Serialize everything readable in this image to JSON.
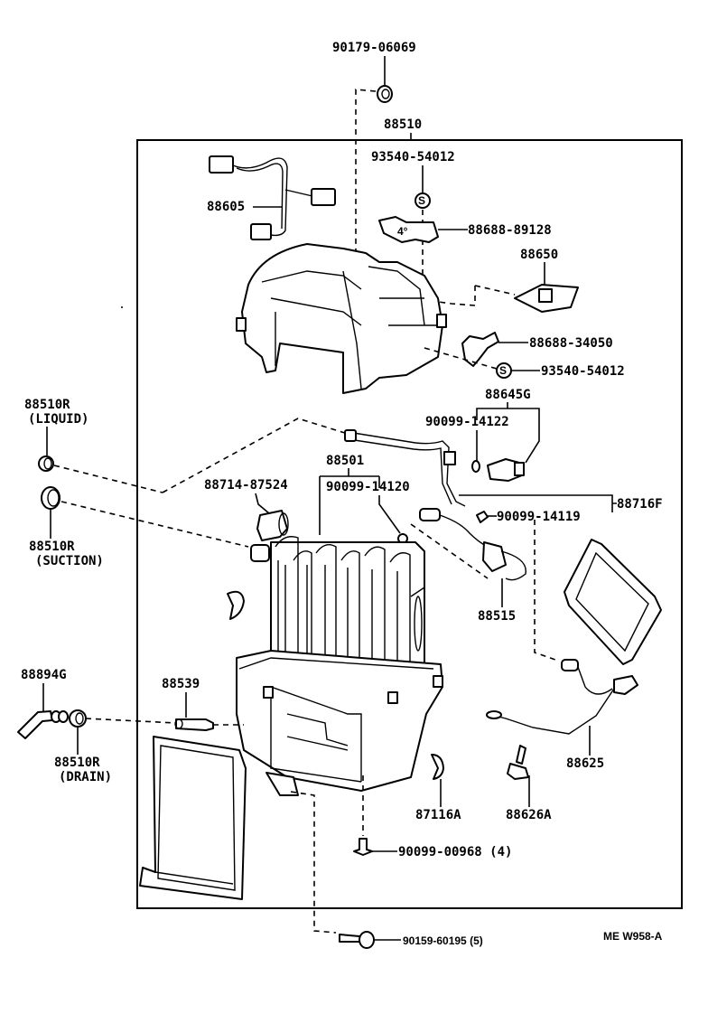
{
  "diagram": {
    "title": "Heater & Air Conditioner Unit (Evaporator) Parts Diagram",
    "reference_code": "ME W958-A",
    "callouts": {
      "c90179": "90179-06069",
      "c88510": "88510",
      "c93540_top": "93540-54012",
      "c88605": "88605",
      "c88688_89128": "88688-89128",
      "c88650": "88650",
      "c88688_34050": "88688-34050",
      "c93540_mid": "93540-54012",
      "c88645G": "88645G",
      "c90099_14122": "90099-14122",
      "c88510R_liquid": "88510R",
      "c88510R_liquid_note": "(LIQUID)",
      "c88501": "88501",
      "c88714": "88714-87524",
      "c90099_14120": "90099-14120",
      "c88716F": "88716F",
      "c90099_14119": "90099-14119",
      "c88510R_suction": "88510R",
      "c88510R_suction_note": "(SUCTION)",
      "c88515": "88515",
      "c88894G": "88894G",
      "c88539": "88539",
      "c88510R_drain": "88510R",
      "c88510R_drain_note": "(DRAIN)",
      "c88625": "88625",
      "c87116A": "87116A",
      "c88626A": "88626A",
      "c90099_00968": "90099-00968 (4)",
      "c90159_60195": "90159-60195 (5)"
    }
  }
}
